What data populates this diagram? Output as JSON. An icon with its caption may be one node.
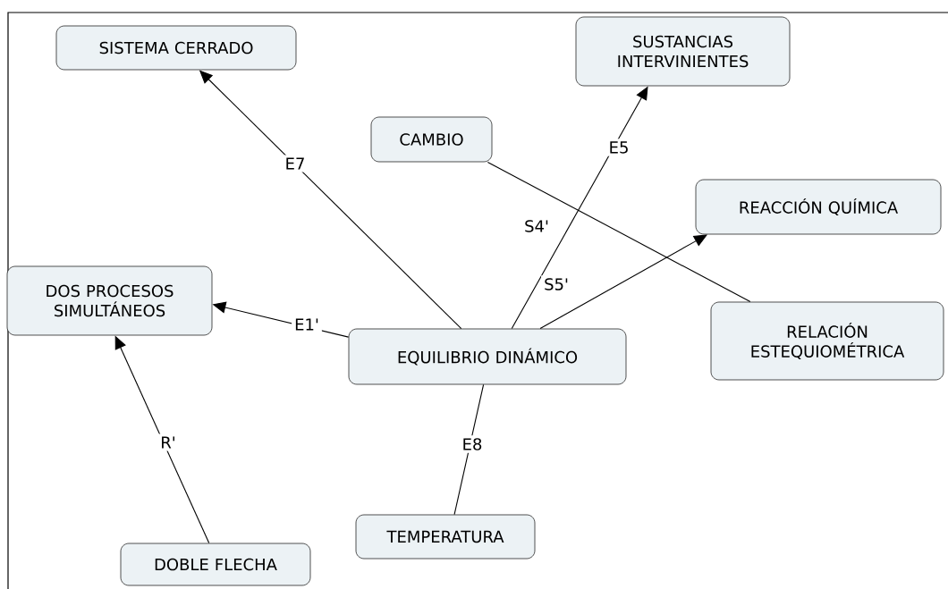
{
  "diagram": {
    "nodes": [
      {
        "text": [
          "SISTEMA CERRADO"
        ]
      },
      {
        "text": [
          "SUSTANCIAS INTERVINIENTES"
        ]
      },
      {
        "text": [
          "CAMBIO"
        ]
      },
      {
        "text": [
          "REACCIÓN QUÍMICA"
        ]
      },
      {
        "text": [
          "DOS PROCESOS SIMULTÁNEOS"
        ]
      },
      {
        "text": [
          "EQUILIBRIO DINÁMICO"
        ]
      },
      {
        "text": [
          "RELACIÓN ESTEQUIOMÉTRICA"
        ]
      },
      {
        "text": [
          "TEMPERATURA"
        ]
      },
      {
        "text": [
          "DOBLE FLECHA"
        ]
      }
    ],
    "edges": [
      {
        "from": 5,
        "to": 0,
        "arrow": "to",
        "label": "E7"
      },
      {
        "from": 5,
        "to": 1,
        "arrow": "to",
        "label": "E5"
      },
      {
        "from": 2,
        "to": 6,
        "arrow": "none",
        "label": "S4'"
      },
      {
        "from": 5,
        "to": 3,
        "arrow": "to",
        "label": "S5'"
      },
      {
        "from": 5,
        "to": 4,
        "arrow": "to",
        "label": "E1'"
      },
      {
        "from": 5,
        "to": 7,
        "arrow": "none",
        "label": "E8"
      },
      {
        "from": 8,
        "to": 4,
        "arrow": "to",
        "label": "R'"
      }
    ]
  }
}
